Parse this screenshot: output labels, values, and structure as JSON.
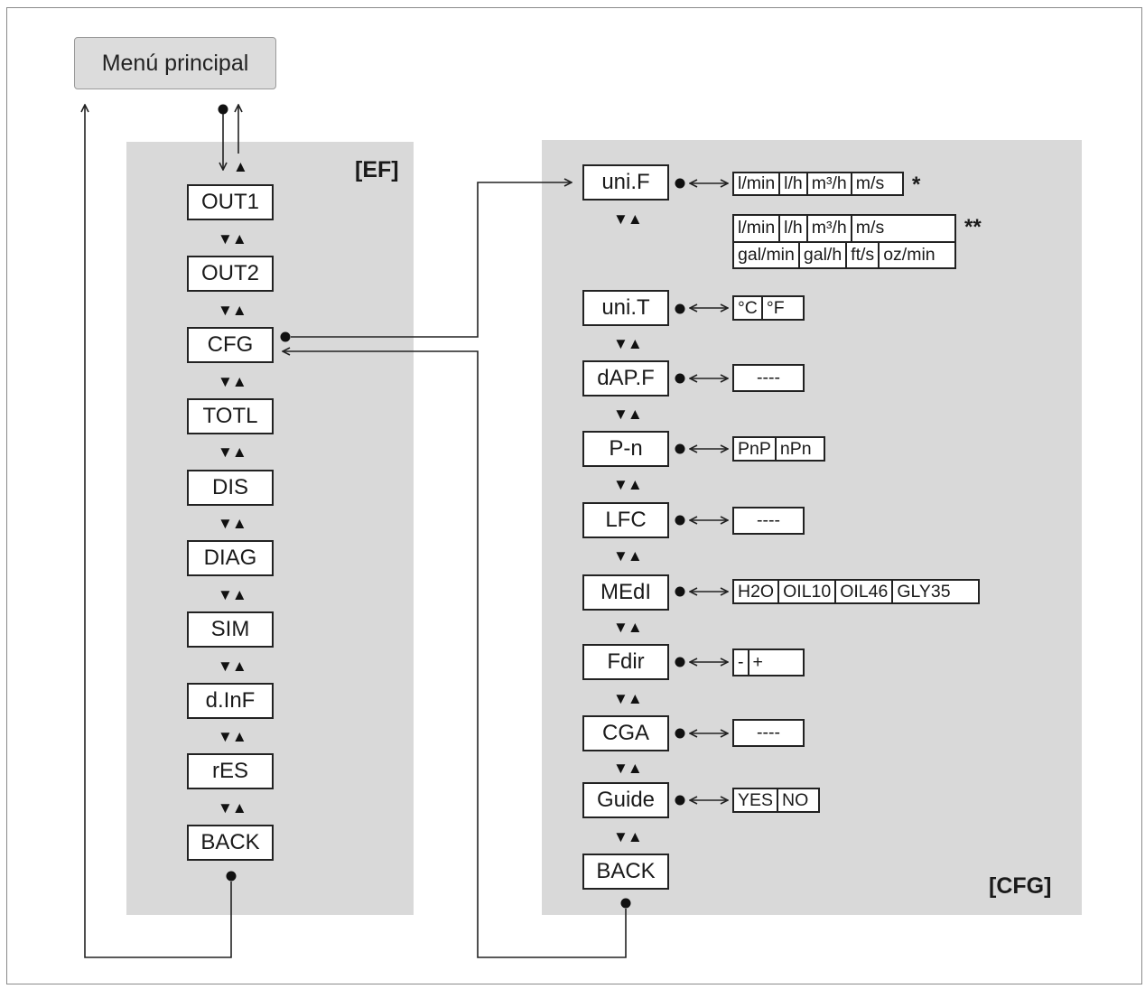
{
  "main_menu": {
    "label": "Menú principal"
  },
  "ef": {
    "label": "[EF]",
    "items": [
      "OUT1",
      "OUT2",
      "CFG",
      "TOTL",
      "DIS",
      "DIAG",
      "SIM",
      "d.InF",
      "rES",
      "BACK"
    ]
  },
  "cfg": {
    "label": "[CFG]",
    "items": [
      "uni.F",
      "uni.T",
      "dAP.F",
      "P-n",
      "LFC",
      "MEdI",
      "Fdir",
      "CGA",
      "Guide",
      "BACK"
    ]
  },
  "options": {
    "uniF_a": [
      [
        "l/min",
        "l/h",
        "m³/h",
        "m/s"
      ]
    ],
    "uniF_a_mark": "*",
    "uniF_b": [
      [
        "l/min",
        "l/h",
        "m³/h",
        "m/s"
      ],
      [
        "gal/min",
        "gal/h",
        "ft/s",
        "oz/min"
      ]
    ],
    "uniF_b_mark": "**",
    "uniT": [
      [
        "°C",
        "°F"
      ]
    ],
    "dAPF": [
      [
        "----"
      ]
    ],
    "Pn": [
      [
        "PnP",
        "nPn"
      ]
    ],
    "LFC": [
      [
        "----"
      ]
    ],
    "MEdI": [
      [
        "H2O",
        "OIL10",
        "OIL46",
        "GLY35"
      ]
    ],
    "Fdir": [
      [
        "-",
        "+"
      ]
    ],
    "CGA": [
      [
        "----"
      ]
    ],
    "Guide": [
      [
        "YES",
        "NO"
      ]
    ]
  },
  "symbols": {
    "updown": "▼▲",
    "up": "▲"
  },
  "colors": {
    "panel": "#d9d9d9",
    "line": "#222222",
    "frame": "#8a8a8a"
  }
}
